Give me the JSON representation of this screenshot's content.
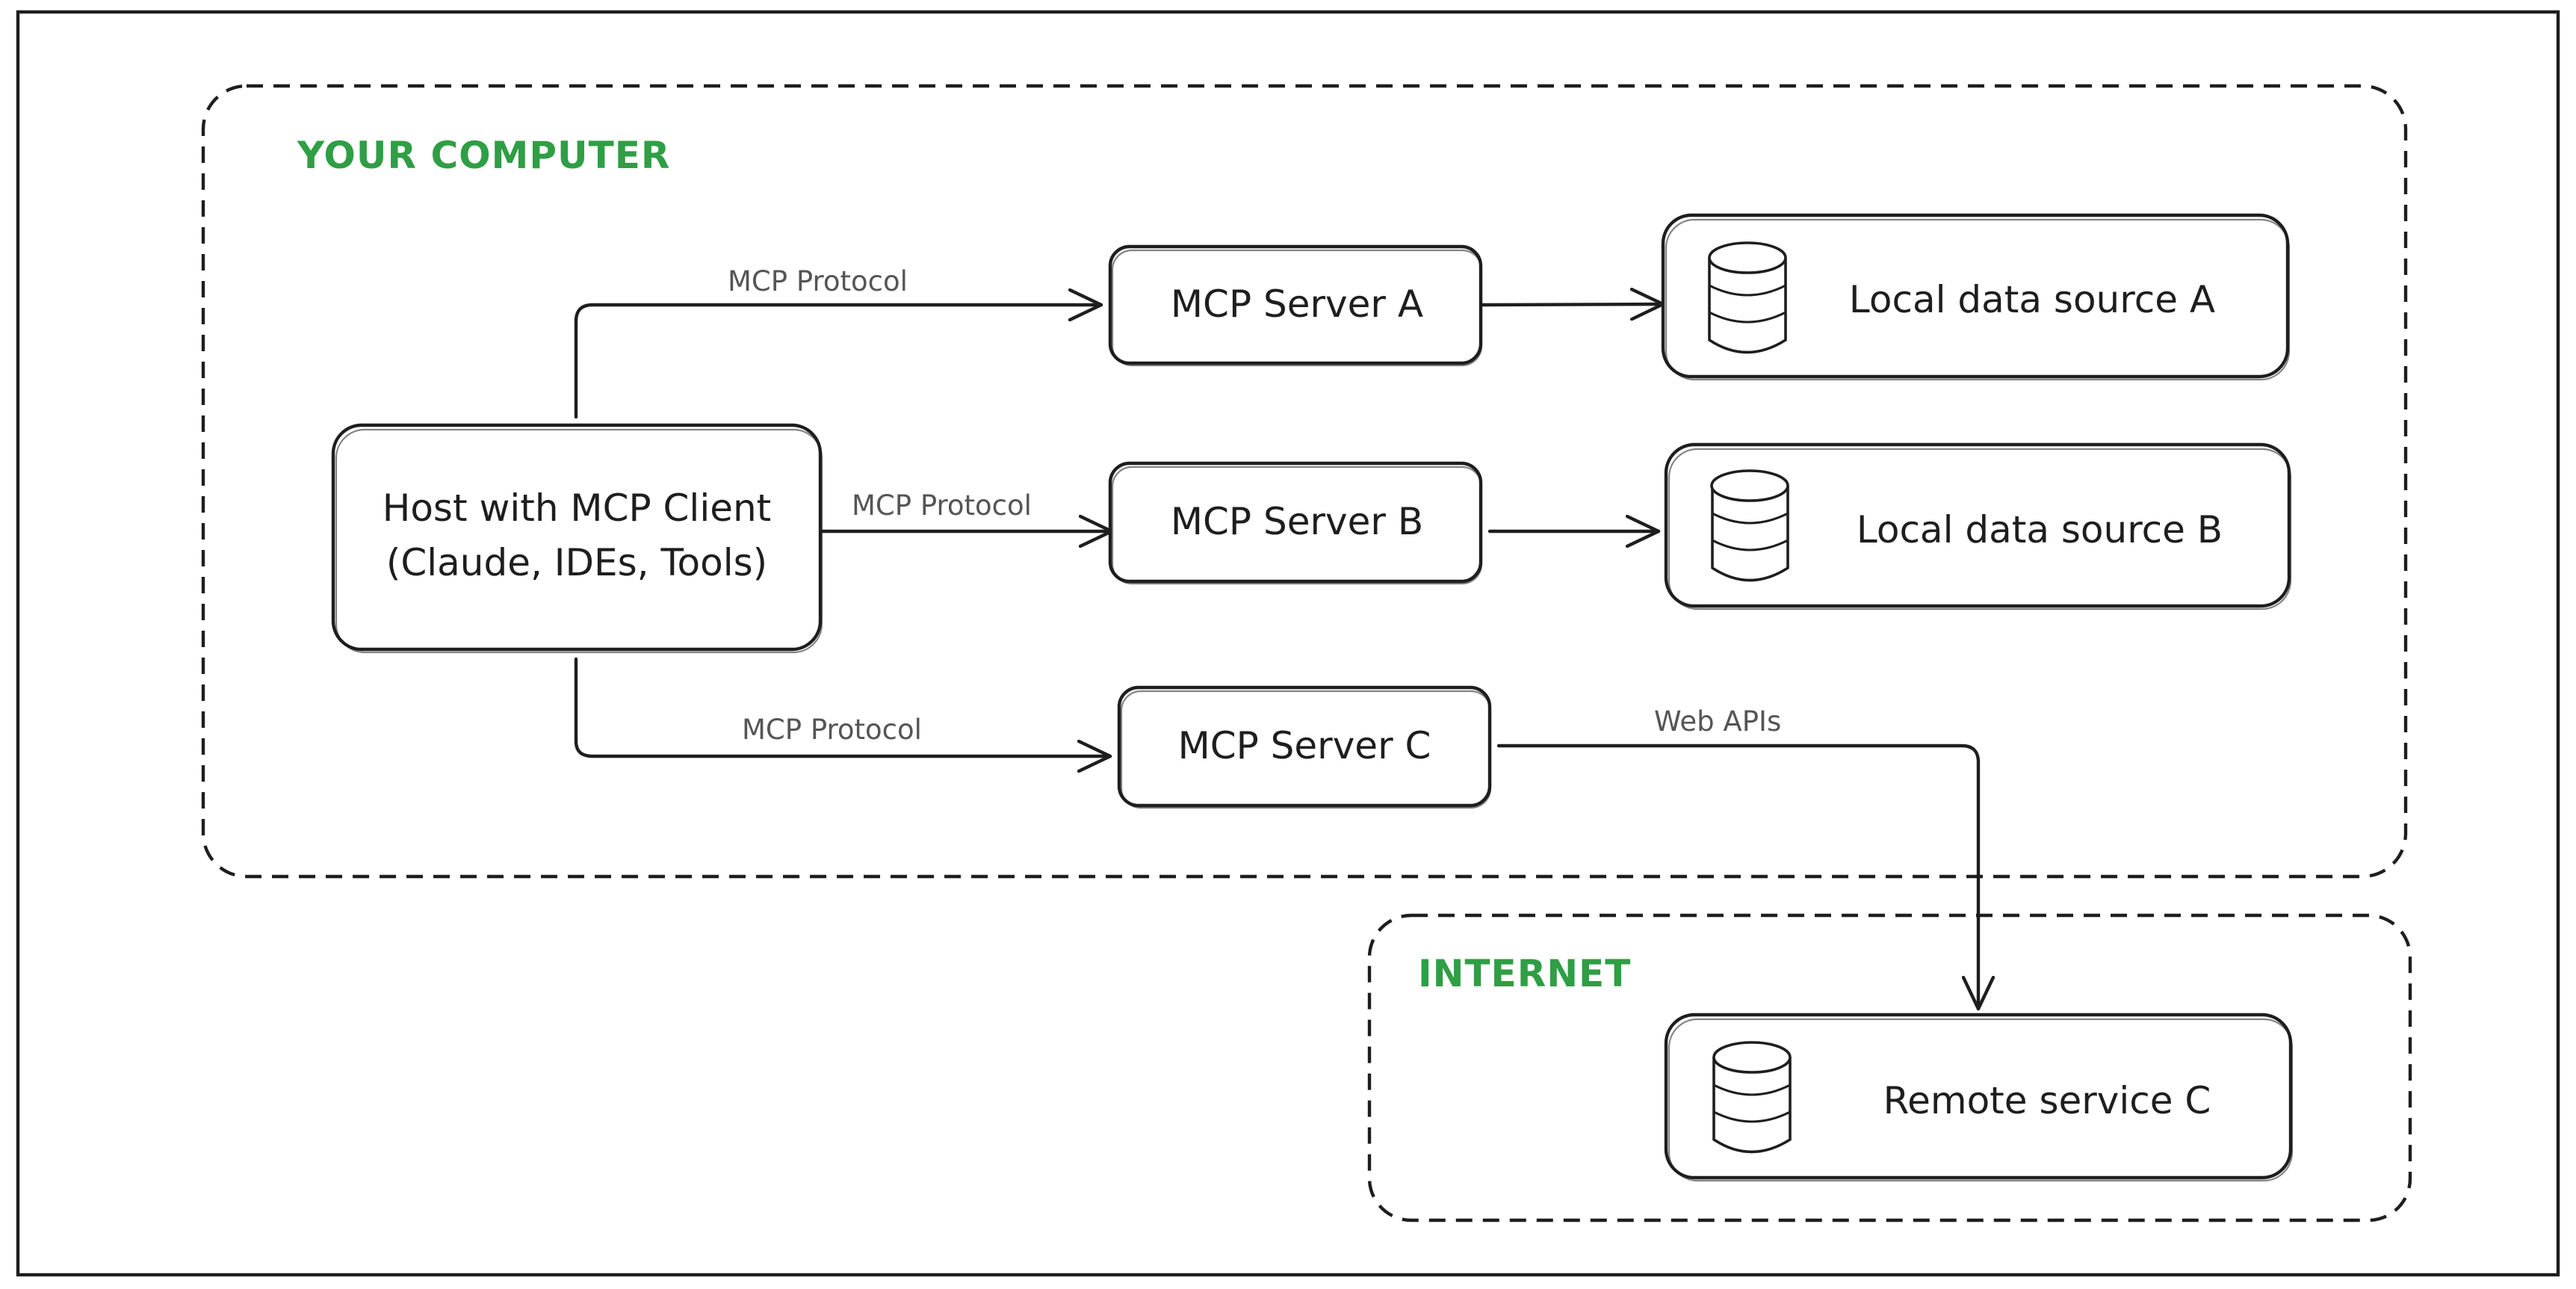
{
  "zones": {
    "computer": "YOUR COMPUTER",
    "internet": "INTERNET"
  },
  "nodes": {
    "host_line1": "Host with MCP Client",
    "host_line2": "(Claude, IDEs, Tools)",
    "server_a": "MCP Server A",
    "server_b": "MCP Server B",
    "server_c": "MCP Server C",
    "local_a": "Local data source A",
    "local_b": "Local data source B",
    "remote_c": "Remote service C"
  },
  "edges": {
    "protocol_a": "MCP Protocol",
    "protocol_b": "MCP Protocol",
    "protocol_c": "MCP Protocol",
    "web_apis": "Web APIs"
  },
  "icons": {
    "database": "database-icon"
  },
  "colors": {
    "zone_label": "#2f9e44",
    "stroke": "#1e1e1e",
    "edge_label": "#555555"
  }
}
